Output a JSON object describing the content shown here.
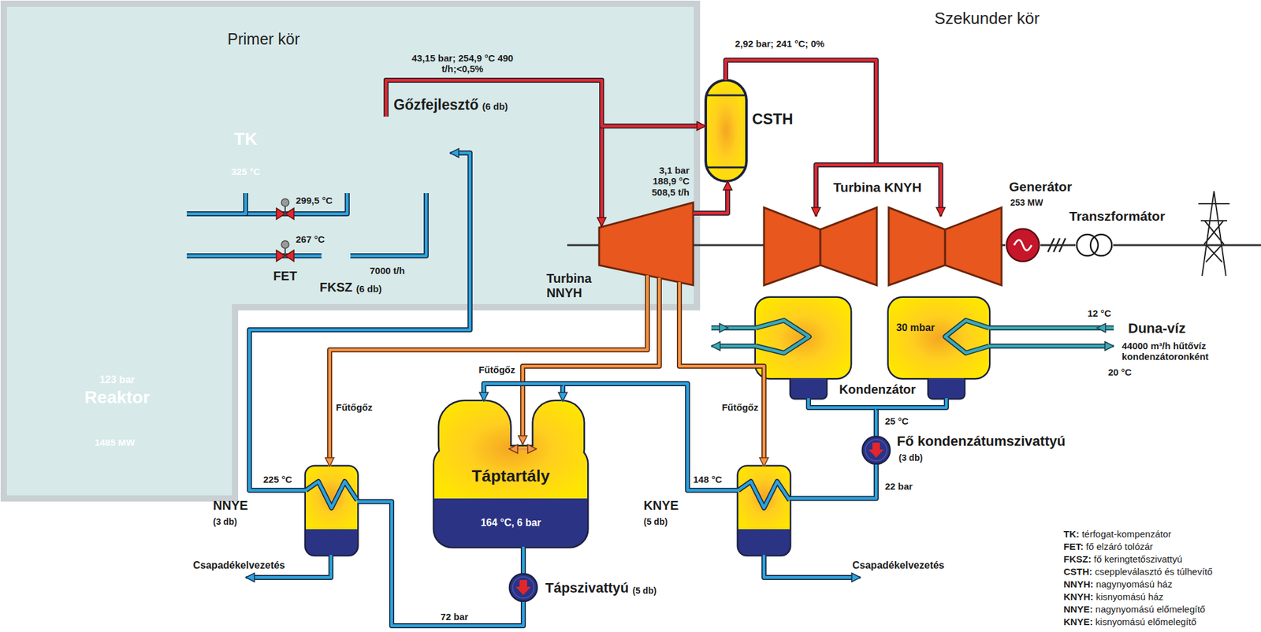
{
  "diagram": {
    "nodes": [
      {
        "text": [
          "Primer kör"
        ]
      },
      {
        "text": [
          "1485 MW"
        ],
        "in": 0
      },
      {
        "text": [
          "123 bar",
          "Reaktor"
        ],
        "in": 1
      },
      {
        "text": [
          "TK",
          "325 °C"
        ],
        "in": 0
      },
      {
        "text": [
          "Gőzfejlesztő",
          "(6 db)"
        ],
        "in": 0
      },
      {
        "text": [
          "FKSZ",
          "(6 db)"
        ],
        "in": 0
      },
      {
        "text": [
          "CSTH"
        ]
      },
      {
        "text": [
          "Turbina NNYH"
        ]
      },
      {
        "text": [
          "Turbina KNYH"
        ]
      },
      {
        "text": [
          "Generátor",
          "253 MW"
        ]
      },
      {
        "text": [
          "Transzformátor"
        ]
      },
      {
        "text": [
          "30 mbar",
          "Kondenzátor"
        ]
      },
      {
        "text": [
          "Fő kondenzátumszivattyú",
          "(3 db)"
        ]
      },
      {
        "text": [
          "KNYE",
          "(5 db)"
        ]
      },
      {
        "text": [
          "Táptartály",
          "164 °C, 6 bar"
        ]
      },
      {
        "text": [
          "Tápszivattyú",
          "(5 db)"
        ]
      },
      {
        "text": [
          "NNYE",
          "(3 db)"
        ]
      }
    ],
    "edges": [
      {
        "from": 2,
        "to": 4,
        "arrow": "none"
      },
      {
        "from": 4,
        "to": 5,
        "arrow": "none"
      },
      {
        "from": 5,
        "to": 2,
        "arrow": "none"
      },
      {
        "from": 3,
        "to": 2,
        "arrow": "none"
      },
      {
        "from": 4,
        "to": 7,
        "arrow": "to",
        "label": "43,15 bar; 254,9 °C 490 t/h;<0,5%"
      },
      {
        "from": 4,
        "to": 6,
        "arrow": "to"
      },
      {
        "from": 7,
        "to": 6,
        "arrow": "to",
        "label": "3,1 bar 188,9 °C 508,5 t/h"
      },
      {
        "from": 6,
        "to": 8,
        "arrow": "to",
        "label": "2,92 bar; 241 °C; 0%"
      },
      {
        "from": 7,
        "to": 8,
        "arrow": "none"
      },
      {
        "from": 8,
        "to": 9,
        "arrow": "none"
      },
      {
        "from": 9,
        "to": 10,
        "arrow": "none"
      },
      {
        "from": 11,
        "to": 12,
        "arrow": "none",
        "label": "25 °C"
      },
      {
        "from": 12,
        "to": 13,
        "arrow": "none",
        "label": "22 bar"
      },
      {
        "from": 13,
        "to": 14,
        "arrow": "to"
      },
      {
        "from": 14,
        "to": 15,
        "arrow": "none"
      },
      {
        "from": 15,
        "to": 16,
        "arrow": "none",
        "label": "72 bar"
      },
      {
        "from": 16,
        "to": 4,
        "arrow": "to"
      },
      {
        "from": 7,
        "to": 16,
        "arrow": "to",
        "label": "Fűtőgőz"
      },
      {
        "from": 7,
        "to": 14,
        "arrow": "to",
        "label": "Fűtőgőz"
      },
      {
        "from": 7,
        "to": 13,
        "arrow": "to",
        "label": "Fűtőgőz"
      }
    ],
    "labels": [
      "Szekunder kör",
      "299,5 °C",
      "267 °C",
      "FET",
      "7000 t/h",
      "225 °C",
      "148 °C",
      "Csapadékelvezetés",
      "Csapadékelvezetés",
      "12 °C",
      "Duna-víz",
      "44000 m³/h hűtővíz kondenzátoronként",
      "20 °C",
      "TK: térfogat-kompenzátor",
      "FET: fő elzáró tolózár",
      "FKSZ: fő keringtetőszivattyú",
      "CSTH: cseppleválasztó és túlhevítő",
      "NNYH: nagynyomású ház",
      "KNYH: kisnyomású ház",
      "NNYE: nagynyomású előmelegítő",
      "KNYE: kisnyomású előmelegítő"
    ]
  }
}
